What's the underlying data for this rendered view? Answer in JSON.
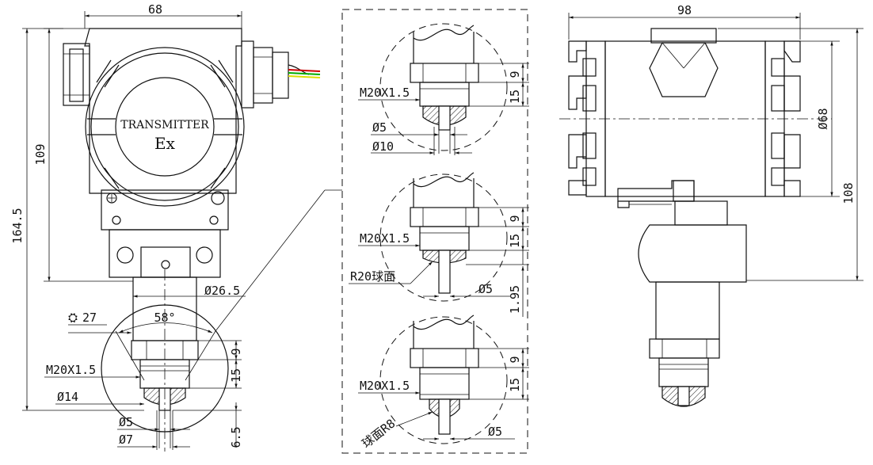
{
  "front_view": {
    "label_transmitter": "TRANSMITTER",
    "label_ex": "Ex",
    "dim_width": "68",
    "dim_height_upper": "109",
    "dim_height_total": "164.5",
    "dim_neck_dia": "Ø26.5",
    "dim_wrench": "27",
    "dim_angle": "58°",
    "dim_hex": "9",
    "dim_thread_len": "15",
    "thread": "M20X1.5",
    "dim_dia_14": "Ø14",
    "dim_dia_5": "Ø5",
    "dim_dia_7": "Ø7",
    "dim_tip": "6.5"
  },
  "detail_a": {
    "thread": "M20X1.5",
    "dim_hex": "9",
    "dim_thread_len": "15",
    "dim_dia_5": "Ø5",
    "dim_dia_10": "Ø10"
  },
  "detail_b": {
    "thread": "M20X1.5",
    "dim_hex": "9",
    "dim_thread_len": "15",
    "radius_label": "R20球面",
    "dim_dia_5": "Ø5",
    "dim_tip": "1.95"
  },
  "detail_c": {
    "thread": "M20X1.5",
    "dim_hex": "9",
    "dim_thread_len": "15",
    "radius_label": "球面R8",
    "dim_dia_5": "Ø5"
  },
  "side_view": {
    "dim_width": "98",
    "dim_dia_68": "Ø68",
    "dim_height": "108"
  }
}
